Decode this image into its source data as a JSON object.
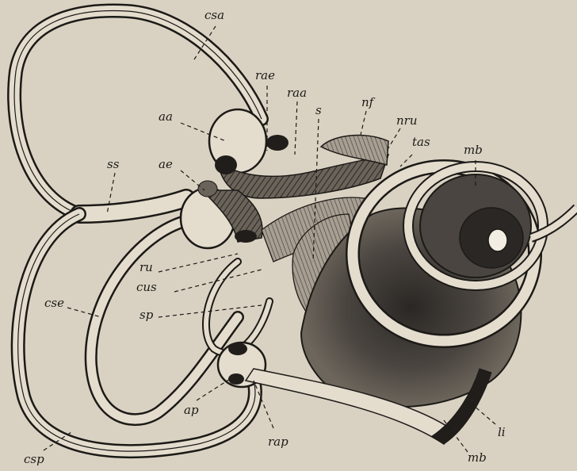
{
  "figure": {
    "colors": {
      "paper": "#d9d2c2",
      "ink": "#1c1a17",
      "shade": "#4a4540",
      "dark": "#201d1a"
    },
    "labels": {
      "csa": "csa",
      "rae": "rae",
      "raa": "raa",
      "nf": "nf",
      "aa": "aa",
      "s": "s",
      "nru": "nru",
      "tas": "tas",
      "mb_top": "mb",
      "ss": "ss",
      "ae": "ae",
      "ru": "ru",
      "cus": "cus",
      "cse": "cse",
      "sp": "sp",
      "ap": "ap",
      "rap": "rap",
      "li": "li",
      "mb_bottom": "mb",
      "csp": "csp"
    }
  }
}
